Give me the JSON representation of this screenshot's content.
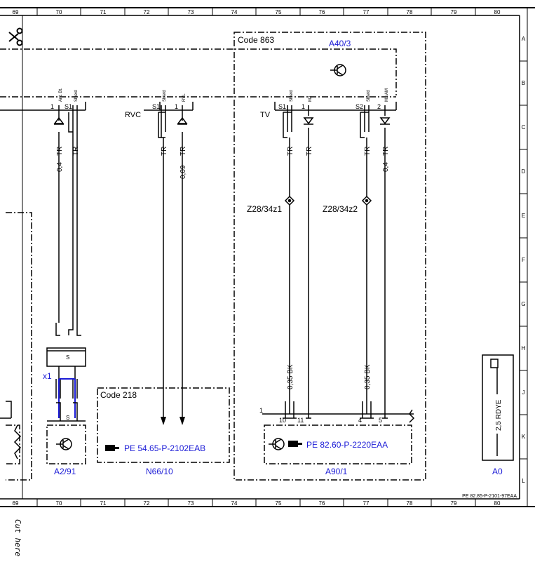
{
  "grid": {
    "columns": [
      "69",
      "70",
      "71",
      "72",
      "73",
      "74",
      "75",
      "76",
      "77",
      "78",
      "79",
      "80"
    ],
    "rows": [
      "A",
      "B",
      "C",
      "D",
      "E",
      "F",
      "G",
      "H",
      "J",
      "K",
      "L"
    ]
  },
  "components": {
    "a40_3": {
      "code": "Code 863",
      "label": "A40/3"
    },
    "n66_10": {
      "code": "Code 218",
      "label": "N66/10",
      "ref": "PE 54.65-P-2102EAB"
    },
    "a90_1": {
      "label": "A90/1",
      "ref": "PE 82.60-P-2220EAA"
    },
    "a2_91": {
      "label": "A2/91"
    },
    "a0": {
      "label": "A0",
      "wire": "2,5 RDYE"
    }
  },
  "pins": {
    "ant_bt": "Ant. Bt.",
    "shield": "Shield",
    "rvl": "RVL",
    "m2": "M2",
    "m1_am": "M1/AM",
    "p1": "1",
    "p2": "2",
    "s1": "S1",
    "s2": "S2",
    "s": "S",
    "p10": "10",
    "p11": "11",
    "p4": "4",
    "p5": "5"
  },
  "connectors": {
    "rvc": "RVC",
    "tv": "TV",
    "x1": "x1"
  },
  "wires": {
    "tr": "TR",
    "w04": "0,4",
    "w009": "0,09",
    "w035bk": "0,35 BK",
    "z1": "Z28/34z1",
    "z2": "Z28/34z2"
  },
  "footer": {
    "doc_ref": "PE 82.85-P-2101-97EAA",
    "cut_here": "Cut here"
  },
  "colors": {
    "line": "#000000",
    "label_blue": "#1a1ad6"
  }
}
